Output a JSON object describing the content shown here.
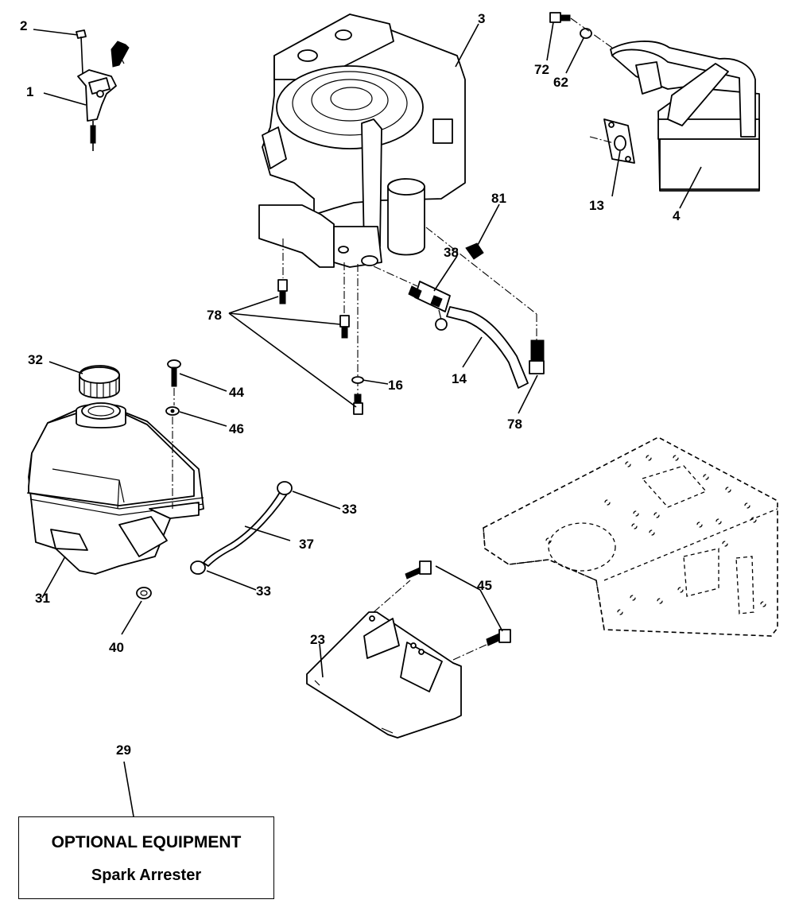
{
  "callouts": {
    "c1": "1",
    "c2": "2",
    "c3": "3",
    "c4": "4",
    "c13": "13",
    "c14": "14",
    "c16": "16",
    "c23": "23",
    "c29": "29",
    "c31": "31",
    "c32": "32",
    "c33a": "33",
    "c33b": "33",
    "c37": "37",
    "c38": "38",
    "c40": "40",
    "c44": "44",
    "c45": "45",
    "c46": "46",
    "c62": "62",
    "c72": "72",
    "c78a": "78",
    "c78b": "78",
    "c81": "81"
  },
  "optional_box": {
    "title": "OPTIONAL EQUIPMENT",
    "subtitle": "Spark Arrester"
  }
}
